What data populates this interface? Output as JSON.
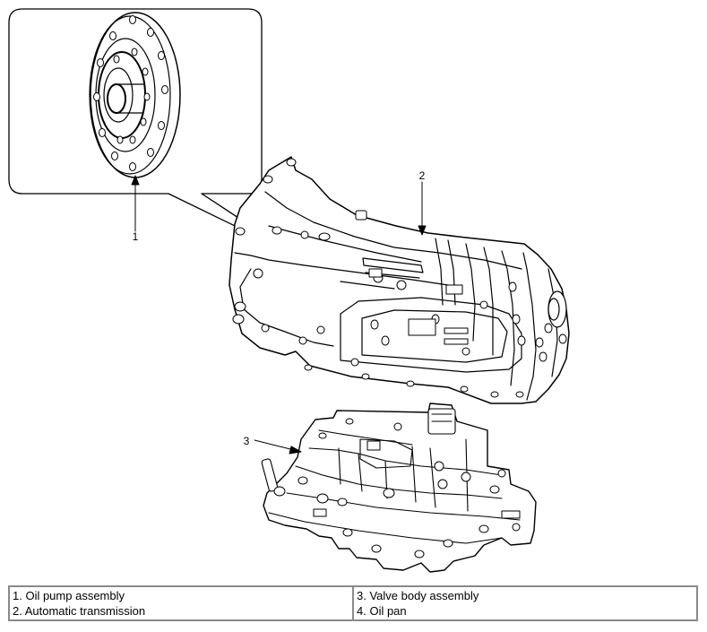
{
  "callouts": [
    "1",
    "2",
    "3"
  ],
  "legend": {
    "left": [
      "1. Oil pump assembly",
      "2. Automatic transmission"
    ],
    "right": [
      "3. Valve body assembly",
      "4. Oil pan"
    ]
  }
}
